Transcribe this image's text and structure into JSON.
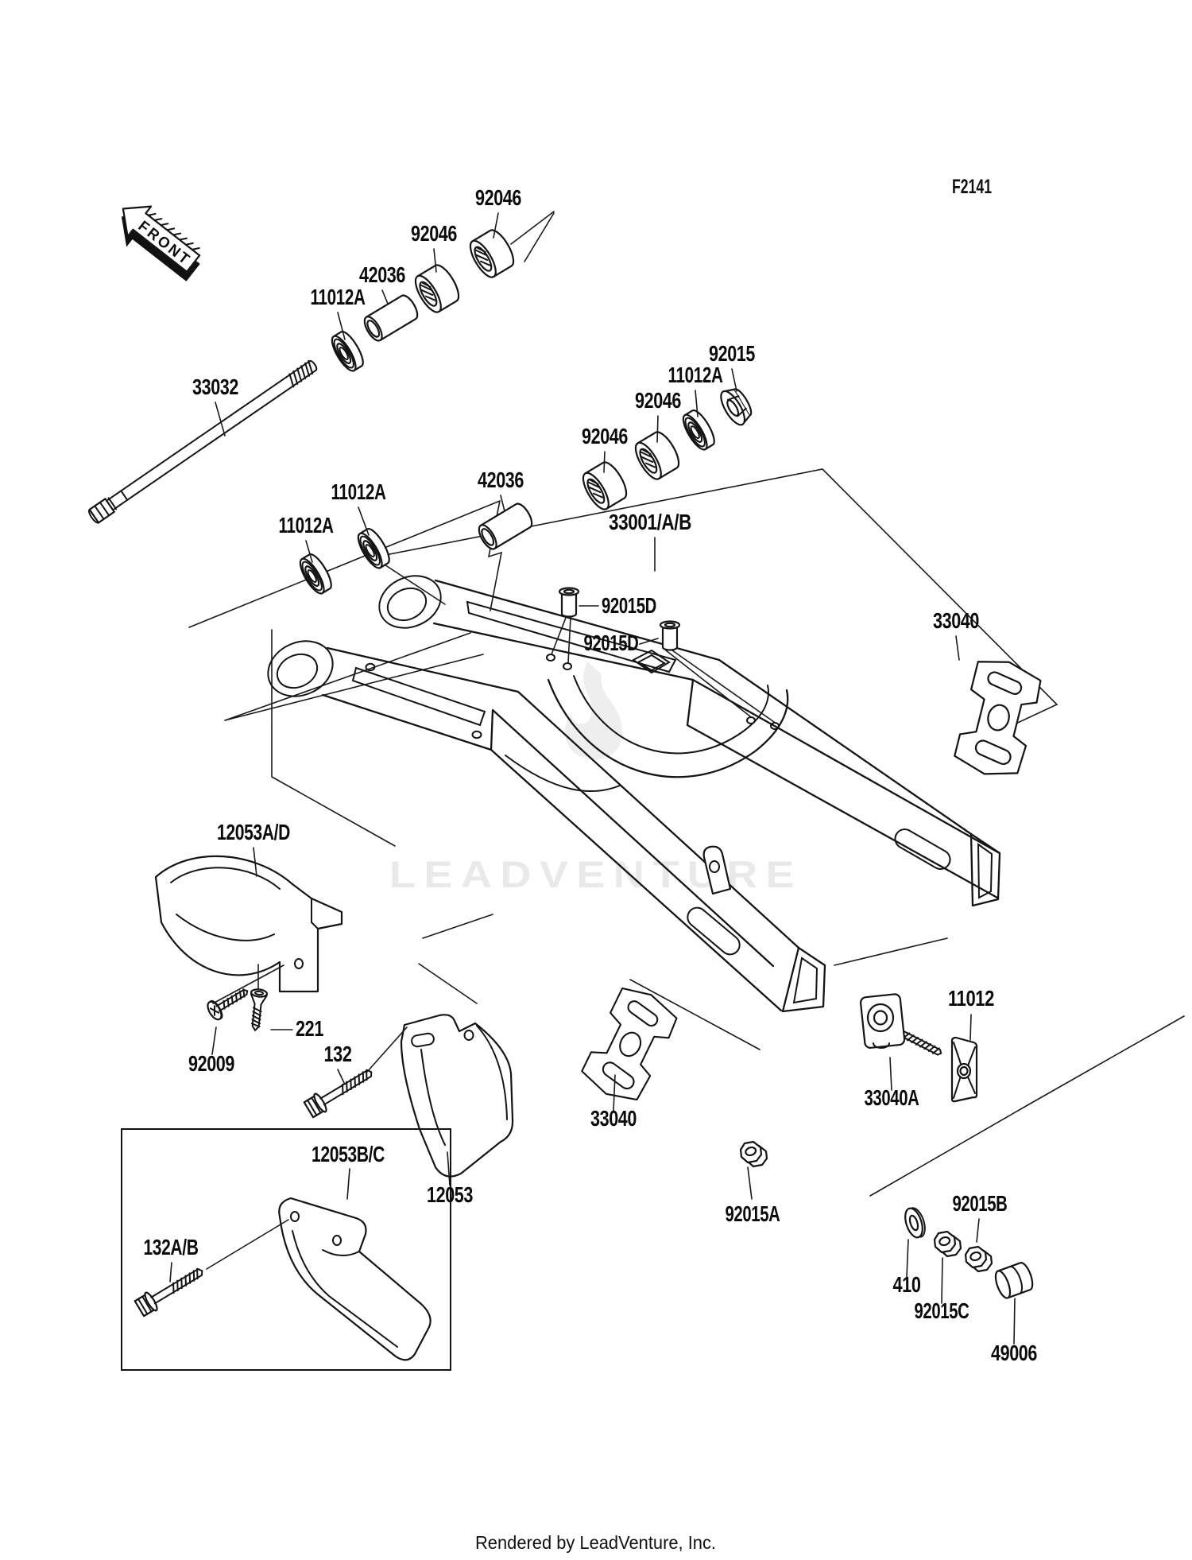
{
  "figure": {
    "code": "F2141",
    "front_label": "FRONT",
    "watermark": "LEADVENTURE",
    "footer": "Rendered by LeadVenture, Inc."
  },
  "parts": [
    {
      "label": "92046",
      "part": "needle-bearing"
    },
    {
      "label": "92046",
      "part": "needle-bearing"
    },
    {
      "label": "42036",
      "part": "bushing-sleeve"
    },
    {
      "label": "11012A",
      "part": "oil-seal-cap"
    },
    {
      "label": "33032",
      "part": "swingarm-pivot-shaft"
    },
    {
      "label": "92015",
      "part": "flanged-nut"
    },
    {
      "label": "11012A",
      "part": "oil-seal-cap"
    },
    {
      "label": "92046",
      "part": "needle-bearing"
    },
    {
      "label": "92046",
      "part": "needle-bearing"
    },
    {
      "label": "42036",
      "part": "bushing-sleeve"
    },
    {
      "label": "11012A",
      "part": "oil-seal-cap"
    },
    {
      "label": "11012A",
      "part": "oil-seal-cap"
    },
    {
      "label": "33001/A/B",
      "part": "swingarm-assembly"
    },
    {
      "label": "92015D",
      "part": "collar"
    },
    {
      "label": "92015D",
      "part": "collar"
    },
    {
      "label": "33040",
      "part": "adjuster-holder-bracket"
    },
    {
      "label": "12053A/D",
      "part": "chain-guide-front"
    },
    {
      "label": "221",
      "part": "countersunk-screw"
    },
    {
      "label": "92009",
      "part": "pan-head-screw"
    },
    {
      "label": "132",
      "part": "flange-bolt"
    },
    {
      "label": "12053B/C",
      "part": "chain-guide-rear-alt"
    },
    {
      "label": "132A/B",
      "part": "flange-bolt"
    },
    {
      "label": "12053",
      "part": "chain-guide-rear"
    },
    {
      "label": "33040",
      "part": "adjuster-holder-bracket"
    },
    {
      "label": "92015A",
      "part": "hex-nut"
    },
    {
      "label": "33040A",
      "part": "chain-adjuster"
    },
    {
      "label": "11012",
      "part": "adjuster-stop-plate"
    },
    {
      "label": "92015B",
      "part": "hex-nut"
    },
    {
      "label": "410",
      "part": "washer"
    },
    {
      "label": "92015C",
      "part": "hex-nut"
    },
    {
      "label": "49006",
      "part": "cap"
    }
  ]
}
